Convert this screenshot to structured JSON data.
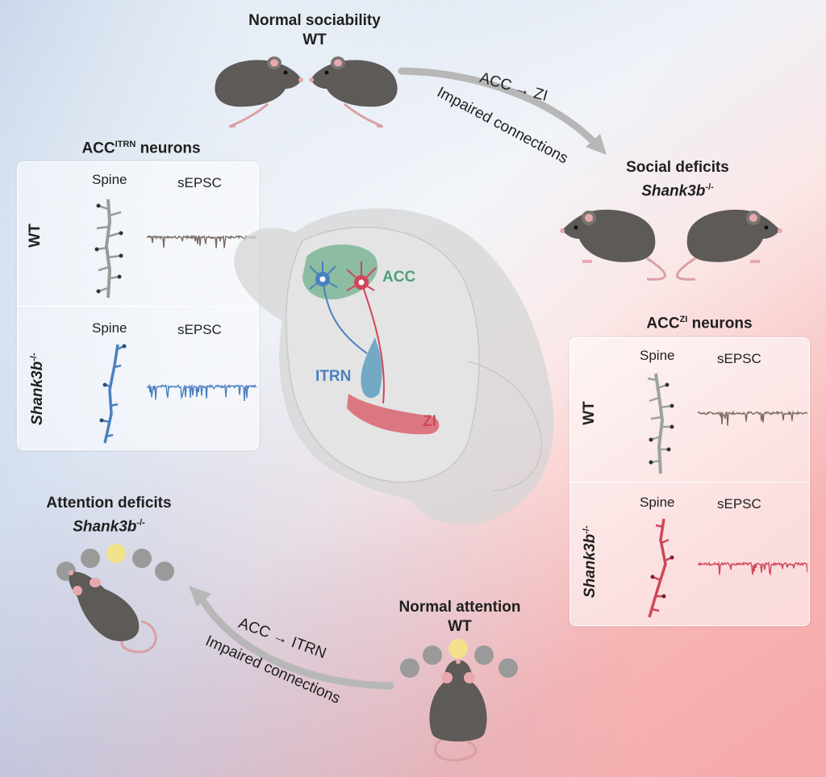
{
  "top": {
    "title": "Normal sociability",
    "genotype": "WT"
  },
  "top_arrow": {
    "line1": "ACC → ZI",
    "line2": "Impaired connections"
  },
  "social": {
    "title": "Social deficits",
    "genotype": "Shank3b",
    "genotype_sup": "-/-"
  },
  "left_panel": {
    "title": "ACC",
    "title_sup": "ITRN",
    "title_suffix": " neurons",
    "rows": [
      {
        "label": "WT",
        "label_sup": "",
        "spine": "Spine",
        "sepsc": "sEPSC"
      },
      {
        "label": "Shank3b",
        "label_sup": "-/-",
        "spine": "Spine",
        "sepsc": "sEPSC"
      }
    ]
  },
  "right_panel": {
    "title": "ACC",
    "title_sup": "ZI",
    "title_suffix": " neurons",
    "rows": [
      {
        "label": "WT",
        "label_sup": "",
        "spine": "Spine",
        "sepsc": "sEPSC"
      },
      {
        "label": "Shank3b",
        "label_sup": "-/-",
        "spine": "Spine",
        "sepsc": "sEPSC"
      }
    ]
  },
  "brain": {
    "acc": "ACC",
    "itrn": "ITRN",
    "zi": "ZI"
  },
  "attention_deficit": {
    "title": "Attention deficits",
    "genotype": "Shank3b",
    "genotype_sup": "-/-"
  },
  "normal_attention": {
    "title": "Normal attention",
    "genotype": "WT"
  },
  "bottom_arrow": {
    "line1": "ACC → ITRN",
    "line2": "Impaired connections"
  },
  "colors": {
    "wt_trace": "#7a6a63",
    "shank_blue": "#4b7fc0",
    "shank_red": "#d0465a",
    "acc_green": "#6fb08d",
    "itrn_blue": "#5f9fbf",
    "zi_red": "#d9646e",
    "mouse": "#5d5a58",
    "light_on": "#f2e28c",
    "light_off": "#9a9a9a"
  }
}
